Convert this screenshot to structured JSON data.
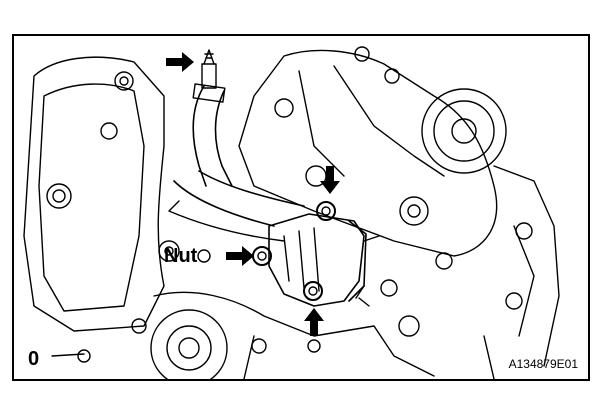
{
  "labels": {
    "nut": "Nut",
    "figure_code": "A134879E01",
    "corner_mark": "0"
  },
  "colors": {
    "ink": "#000000",
    "paper": "#ffffff"
  },
  "icons": [
    "arrow-icon"
  ]
}
